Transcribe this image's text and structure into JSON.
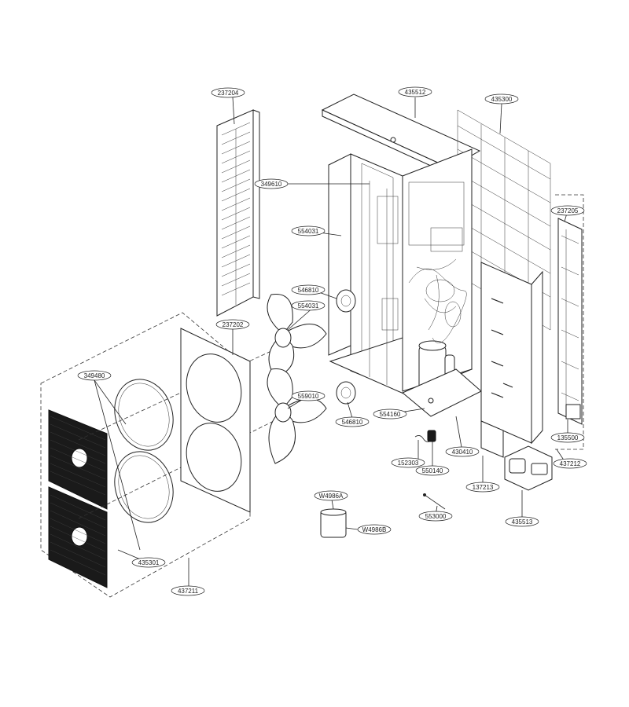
{
  "diagram": {
    "parts": [
      {
        "id": "p-237204",
        "label": "237204"
      },
      {
        "id": "p-435512",
        "label": "435512"
      },
      {
        "id": "p-435300",
        "label": "435300"
      },
      {
        "id": "p-349610",
        "label": "349610"
      },
      {
        "id": "p-554031a",
        "label": "554031"
      },
      {
        "id": "p-237205",
        "label": "237205"
      },
      {
        "id": "p-546810a",
        "label": "546810"
      },
      {
        "id": "p-554031b",
        "label": "554031"
      },
      {
        "id": "p-237202",
        "label": "237202"
      },
      {
        "id": "p-349480",
        "label": "349480"
      },
      {
        "id": "p-559010",
        "label": "559010"
      },
      {
        "id": "p-546810b",
        "label": "546810"
      },
      {
        "id": "p-554160",
        "label": "554160"
      },
      {
        "id": "p-135500",
        "label": "135500"
      },
      {
        "id": "p-152303",
        "label": "152303"
      },
      {
        "id": "p-430410",
        "label": "430410"
      },
      {
        "id": "p-437212",
        "label": "437212"
      },
      {
        "id": "p-550140",
        "label": "550140"
      },
      {
        "id": "p-137213",
        "label": "137213"
      },
      {
        "id": "p-w4986a",
        "label": "W4986A"
      },
      {
        "id": "p-553000",
        "label": "553000"
      },
      {
        "id": "p-435513",
        "label": "435513"
      },
      {
        "id": "p-w4986b",
        "label": "W4986B"
      },
      {
        "id": "p-435301",
        "label": "435301"
      },
      {
        "id": "p-437211",
        "label": "437211"
      }
    ]
  }
}
